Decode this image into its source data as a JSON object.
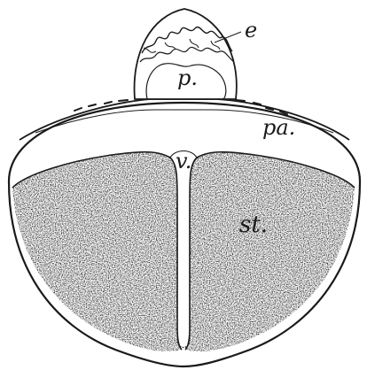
{
  "figure": {
    "labels": {
      "e": "e",
      "p": "p.",
      "pa": "pa.",
      "v": "v.",
      "st": "st."
    },
    "colors": {
      "ink": "#1a1a1a",
      "stipple": "#6f6f6f",
      "background": "#ffffff"
    }
  }
}
